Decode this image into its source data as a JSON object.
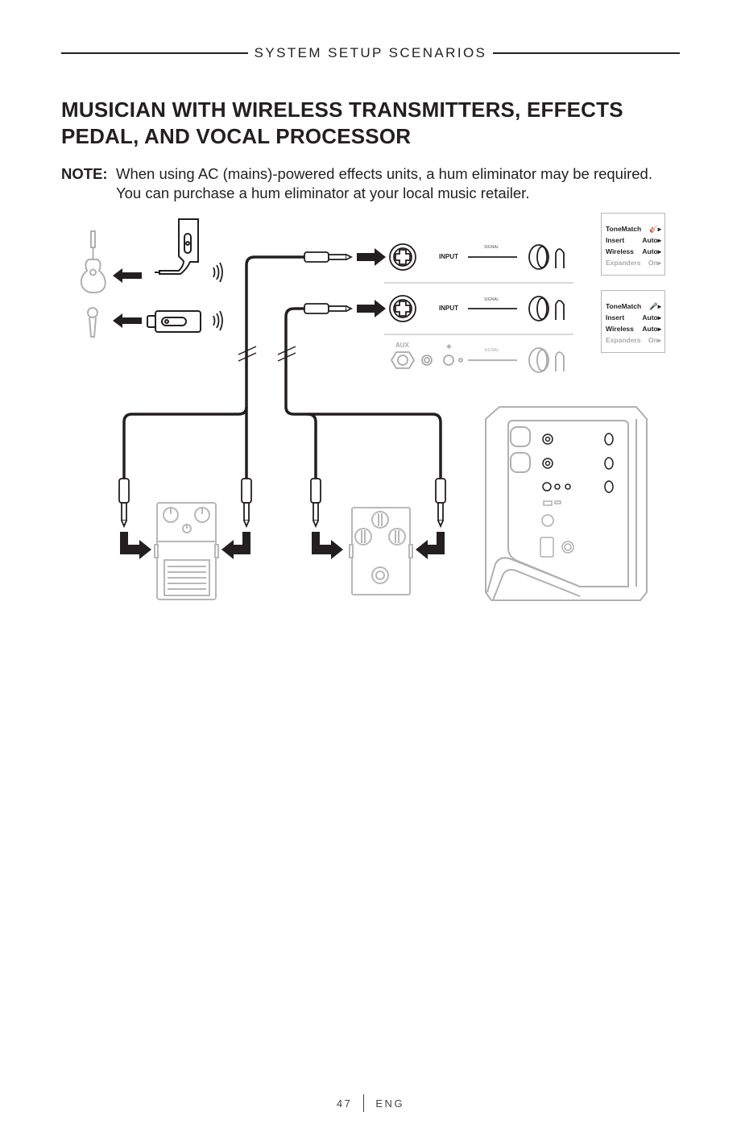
{
  "header": {
    "section_title": "SYSTEM SETUP SCENARIOS"
  },
  "page_title": "MUSICIAN WITH WIRELESS TRANSMITTERS, EFFECTS PEDAL, AND VOCAL PROCESSOR",
  "note": {
    "label": "NOTE:",
    "text": "When using AC (mains)-powered effects units, a hum eliminator may be required. You can purchase a hum eliminator at your local music retailer."
  },
  "diagram": {
    "channel_1": {
      "input_label": "INPUT",
      "signal_label": "SIGNAL"
    },
    "channel_2": {
      "input_label": "INPUT",
      "signal_label": "SIGNAL"
    },
    "channel_3": {
      "aux_label": "AUX",
      "signal_label": "SIGNAL",
      "bluetooth_glyph": "✱"
    },
    "menu_1": {
      "rows": [
        {
          "label": "ToneMatch",
          "value": "guitar-icon"
        },
        {
          "label": "Insert",
          "value": "Auto▸"
        },
        {
          "label": "Wireless",
          "value": "Auto▸"
        },
        {
          "label": "Expanders",
          "value": "On▸"
        }
      ]
    },
    "menu_2": {
      "rows": [
        {
          "label": "ToneMatch",
          "value": "microphone-icon"
        },
        {
          "label": "Insert",
          "value": "Auto▸"
        },
        {
          "label": "Wireless",
          "value": "Auto▸"
        },
        {
          "label": "Expanders",
          "value": "On▸"
        }
      ]
    },
    "devices": [
      "acoustic-guitar",
      "microphone",
      "wireless-transmitter-guitar",
      "wireless-transmitter-mic",
      "effects-pedal",
      "vocal-processor",
      "speaker-rear-panel"
    ]
  },
  "footer": {
    "page_number": "47",
    "language": "ENG"
  }
}
